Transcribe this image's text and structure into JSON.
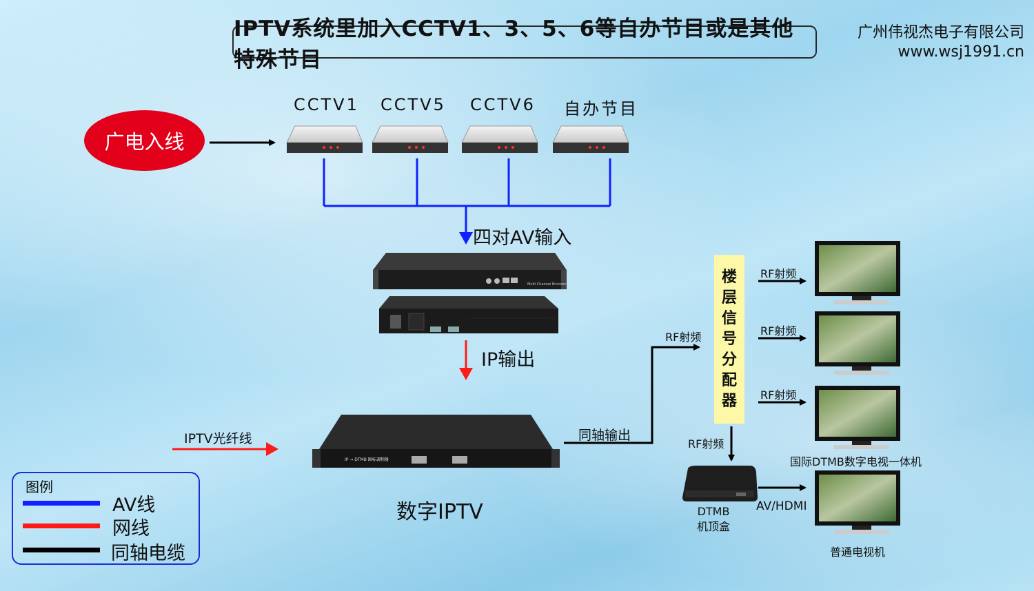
{
  "title": "IPTV系统里加入CCTV1、3、5、6等自办节目或是其他特殊节目",
  "company": {
    "name": "广州伟视杰电子有限公司",
    "url": "www.wsj1991.cn"
  },
  "source_label": "广电入线",
  "channels": [
    "CCTV1",
    "CCTV5",
    "CCTV6",
    "自办节目"
  ],
  "labels": {
    "av_input": "四对AV输入",
    "ip_output": "IP输出",
    "iptv_fiber": "IPTV光纤线",
    "digital_iptv": "数字IPTV",
    "coax_output": "同轴输出",
    "rf_main": "RF射频",
    "rf_down": "RF射频",
    "rf_tv1": "RF射频",
    "rf_tv2": "RF射频",
    "rf_tv3": "RF射频",
    "av_hdmi": "AV/HDMI",
    "dtmb_tv": "国际DTMB数字电视一体机",
    "normal_tv": "普通电视机",
    "stb_line1": "DTMB",
    "stb_line2": "机顶盒"
  },
  "distributor_chars": [
    "楼",
    "层",
    "信",
    "号",
    "分",
    "配",
    "器"
  ],
  "device_text": {
    "encoder_plate": "Multi Channel Encoder",
    "modulator_plate": "IP → DTMB 国标调制器"
  },
  "legend": {
    "title": "图例",
    "items": [
      {
        "label": "AV线",
        "color": "#1020ff"
      },
      {
        "label": "网线",
        "color": "#ff1a1a"
      },
      {
        "label": "同轴电缆",
        "color": "#000000"
      }
    ]
  }
}
